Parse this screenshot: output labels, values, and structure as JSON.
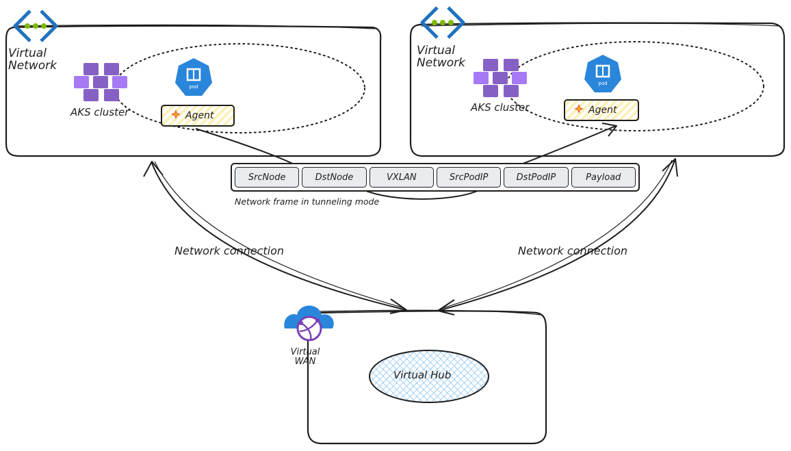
{
  "vnet_left": {
    "label_line1": "Virtual",
    "label_line2": "Network",
    "aks_label": "AKS cluster",
    "agent_label": "Agent"
  },
  "vnet_right": {
    "label_line1": "Virtual",
    "label_line2": "Network",
    "aks_label": "AKS cluster",
    "agent_label": "Agent"
  },
  "frame": {
    "cells": [
      "SrcNode",
      "DstNode",
      "VXLAN",
      "SrcPodIP",
      "DstPodIP",
      "Payload"
    ],
    "caption": "Network frame in tunneling mode"
  },
  "connections": {
    "left_label": "Network connection",
    "right_label": "Network connection"
  },
  "wan": {
    "label_line1": "Virtual",
    "label_line2": "WAN",
    "hub_label": "Virtual Hub"
  },
  "icons": [
    "virtual-network-icon",
    "aks-cluster-icon",
    "pod-icon",
    "agent-icon",
    "virtual-wan-icon"
  ],
  "colors": {
    "stroke": "#1e1e1e",
    "frame_cell": "#e9ecef",
    "agent_fill": "#fdf0b8",
    "hub_fill": "#a5d8ff",
    "vnet_blue": "#1f72be",
    "vnet_dot": "#7fba00",
    "aks_purple": "#8661c5",
    "pod_blue": "#2a86db",
    "wan_cloud": "#2a86db",
    "wan_globe": "#7b3fb5"
  }
}
